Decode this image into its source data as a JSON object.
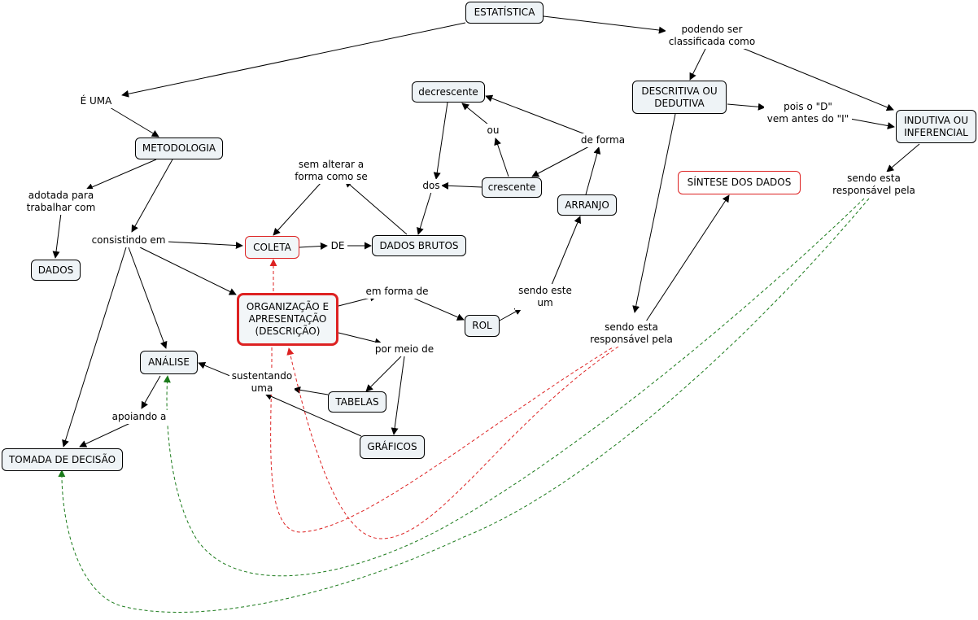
{
  "concepts": {
    "estatistica": "ESTATÍSTICA",
    "metodologia": "METODOLOGIA",
    "dados": "DADOS",
    "coleta": "COLETA",
    "dados_brutos": "DADOS BRUTOS",
    "decrescente": "decrescente",
    "crescente": "crescente",
    "arranjo": "ARRANJO",
    "descritiva": "DESCRITIVA OU\nDEDUTIVA",
    "indutiva": "INDUTIVA OU\nINFERENCIAL",
    "sintese": "SÍNTESE DOS DADOS",
    "organizacao": "ORGANIZAÇÃO E\nAPRESENTAÇÃO\n(DESCRIÇÃO)",
    "rol": "ROL",
    "analise": "ANÁLISE",
    "tabelas": "TABELAS",
    "graficos": "GRÁFICOS",
    "tomada": "TOMADA DE DECISÃO"
  },
  "linking_phrases": {
    "podendo": "podendo ser\nclassificada como",
    "e_uma": "É UMA",
    "adotada": "adotada para\ntrabalhar com",
    "consistindo": "consistindo em",
    "sem_alterar": "sem alterar a\nforma como se",
    "de": "DE",
    "dos": "dos",
    "ou": "ou",
    "de_forma": "de forma",
    "pois": "pois o \"D\"\nvem antes do \"I\"",
    "sendo_esta_1": "sendo esta\nresponsável pela",
    "sendo_esta_2": "sendo esta\nresponsável pela",
    "em_forma": "em forma de",
    "sendo_este": "sendo este\num",
    "por_meio": "por meio de",
    "sustentando": "sustentando\numa",
    "apoiando": "apoiando a"
  },
  "colors": {
    "line": "#000000",
    "red_link": "#dd2222",
    "green_link": "#1a7a1a",
    "node_fill": "#eef3f6",
    "node_border": "#000000",
    "highlight_border": "#dd2222"
  }
}
